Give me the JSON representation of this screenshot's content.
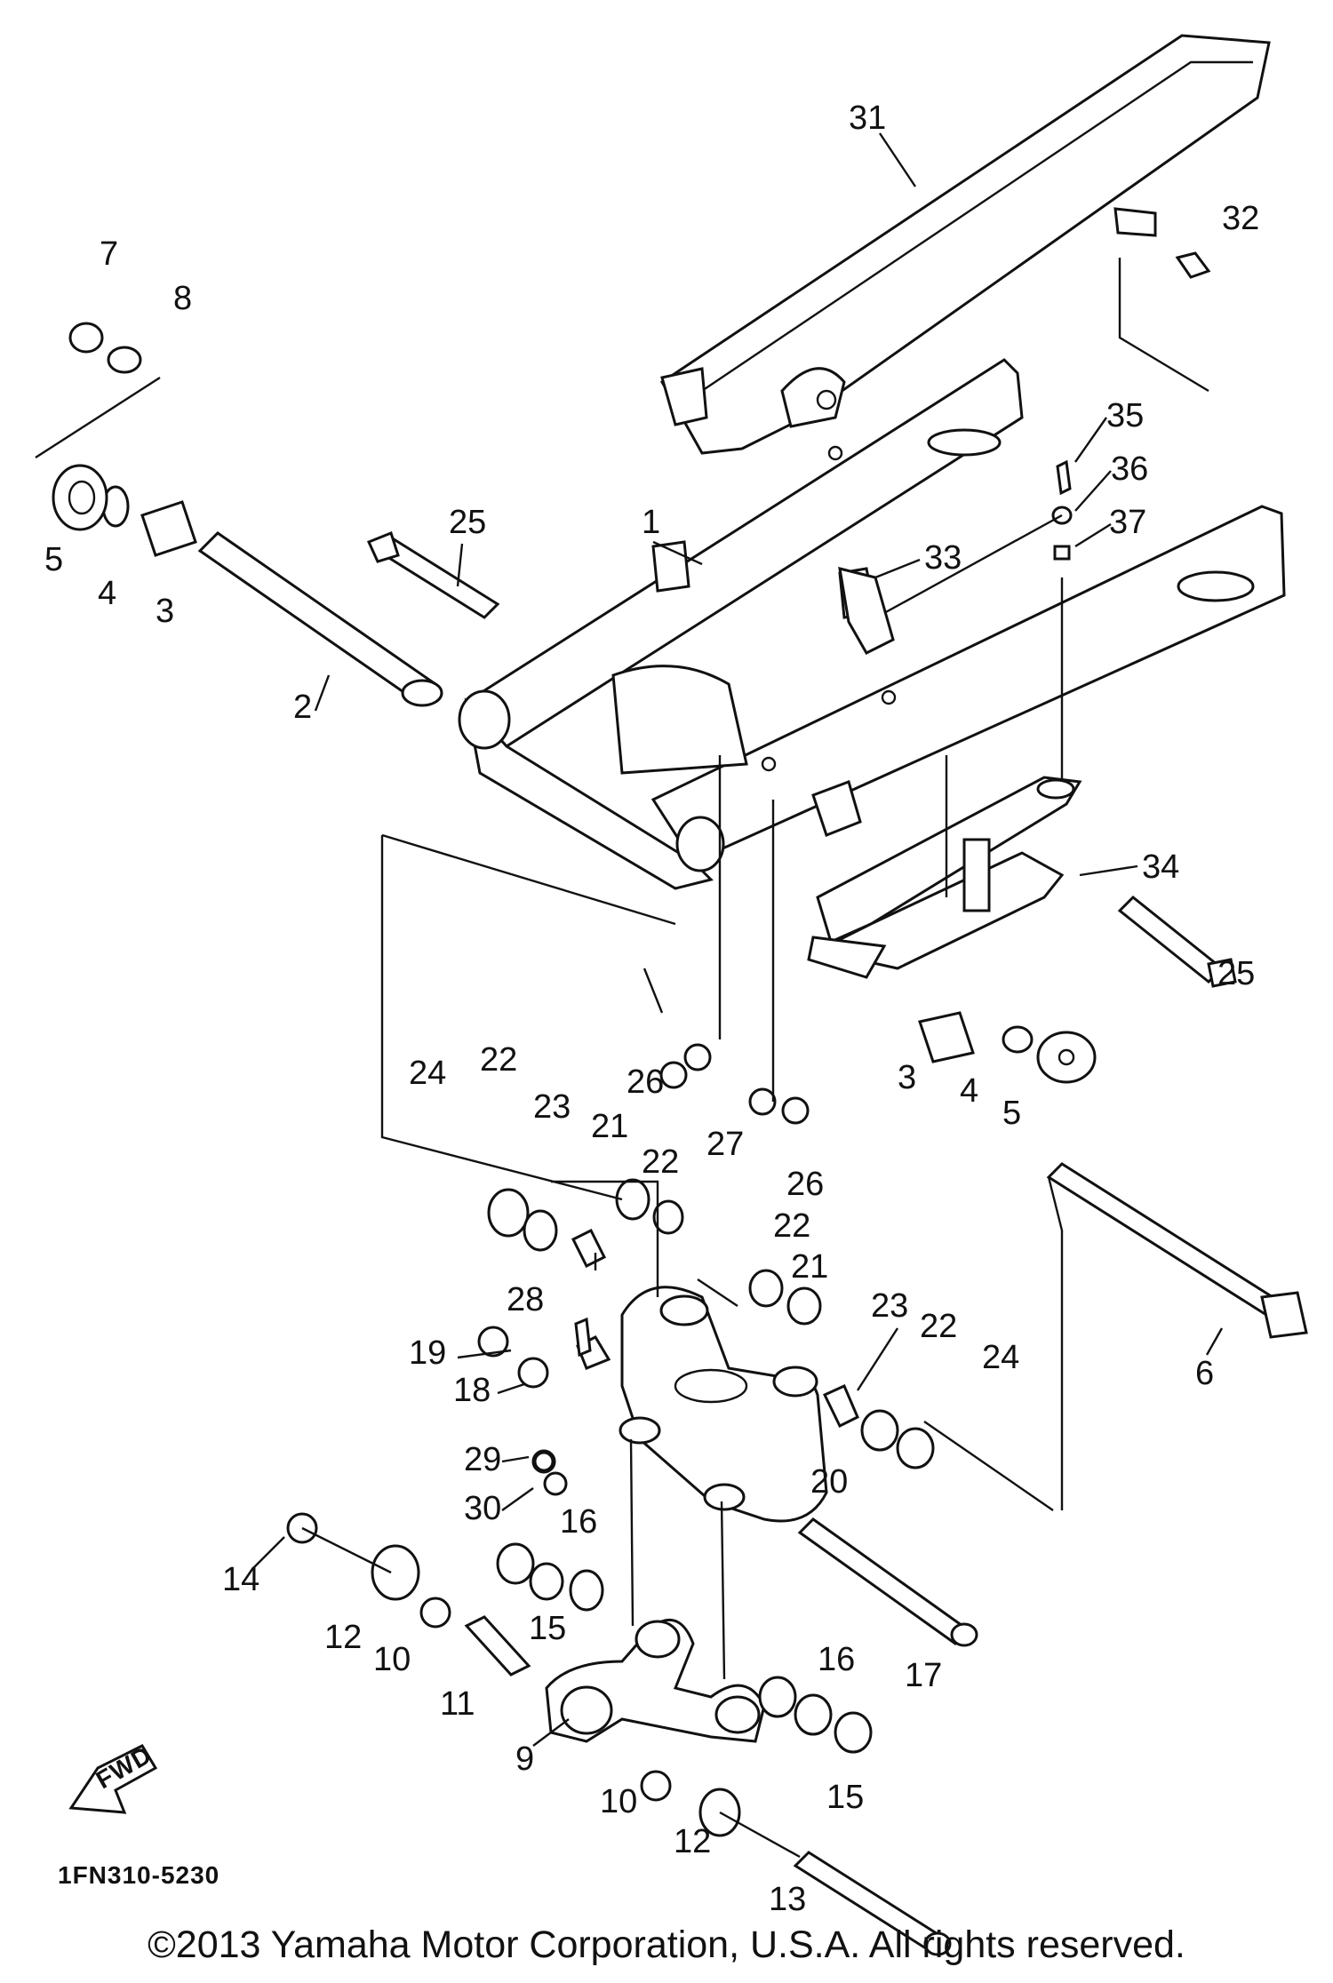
{
  "diagram_code": "1FN310-5230",
  "fwd_label": "FWD",
  "copyright": "©2013 Yamaha Motor Corporation, U.S.A. All rights reserved.",
  "callouts": [
    "1",
    "2",
    "3",
    "3",
    "4",
    "4",
    "5",
    "5",
    "6",
    "7",
    "8",
    "9",
    "10",
    "10",
    "11",
    "12",
    "12",
    "13",
    "14",
    "15",
    "15",
    "16",
    "16",
    "17",
    "18",
    "19",
    "20",
    "21",
    "21",
    "22",
    "22",
    "22",
    "22",
    "23",
    "23",
    "24",
    "24",
    "25",
    "25",
    "26",
    "26",
    "27",
    "28",
    "29",
    "30",
    "31",
    "32",
    "33",
    "34",
    "35",
    "36",
    "37"
  ]
}
